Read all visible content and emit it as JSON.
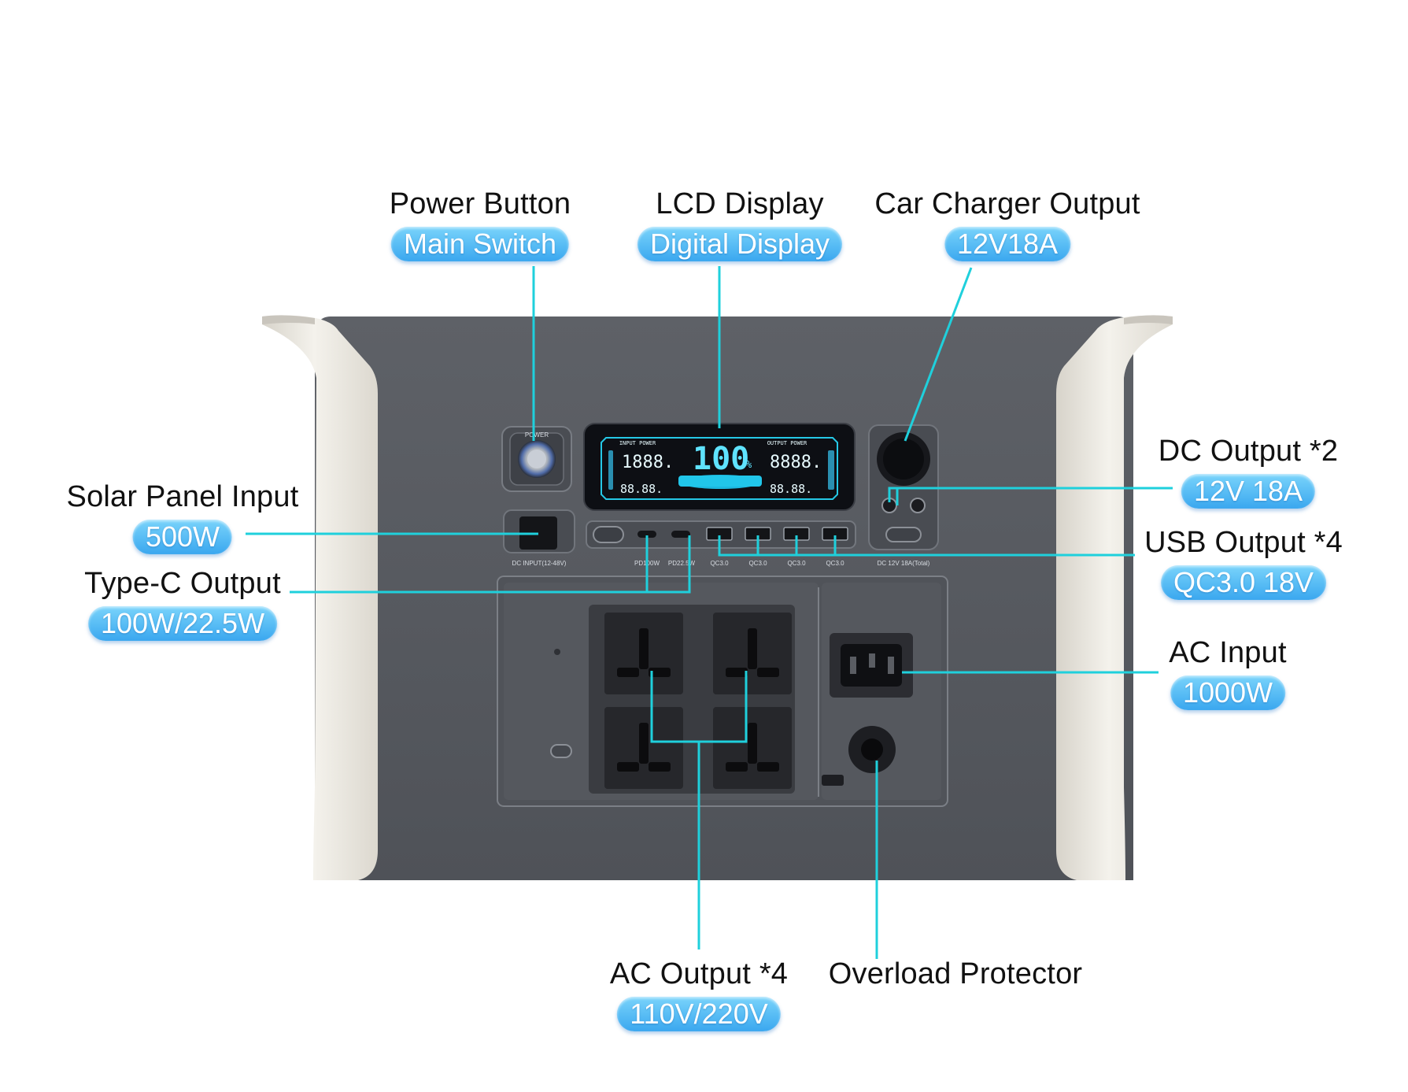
{
  "callouts": {
    "power_button": {
      "title": "Power Button",
      "spec": "Main Switch"
    },
    "lcd_display": {
      "title": "LCD Display",
      "spec": "Digital Display"
    },
    "car_charger": {
      "title": "Car Charger Output",
      "spec": "12V18A"
    },
    "dc_output": {
      "title": "DC Output *2",
      "spec": "12V 18A"
    },
    "usb_output": {
      "title": "USB Output *4",
      "spec": "QC3.0 18V"
    },
    "ac_input": {
      "title": "AC Input",
      "spec": "1000W"
    },
    "solar_input": {
      "title": "Solar Panel Input",
      "spec": "500W"
    },
    "type_c": {
      "title": "Type-C Output",
      "spec": "100W/22.5W"
    },
    "ac_output": {
      "title": "AC Output *4",
      "spec": "110V/220V"
    },
    "overload": {
      "title": "Overload Protector",
      "spec": ""
    }
  },
  "lcd": {
    "input_label": "INPUT POWER",
    "output_label": "OUTPUT POWER",
    "input_watts": "1888.",
    "output_watts": "8888.",
    "battery_percent": "100",
    "percent_sign": "%",
    "input_time": "88.88.",
    "output_time": "88.88."
  },
  "panel_labels": {
    "power": "POWER",
    "dc_input": "DC INPUT(12-48V)",
    "pd100": "PD100W",
    "pd22": "PD22.5W",
    "qc": [
      "QC3.0",
      "QC3.0",
      "QC3.0",
      "QC3.0"
    ],
    "dc_out": "DC 12V 18A(Total)"
  },
  "colors": {
    "leader_line": "#1fd0dc",
    "pill_top": "#7ad4fb",
    "pill_bottom": "#3aa7ef",
    "body": "#56595f",
    "handle": "#ece9e1"
  }
}
